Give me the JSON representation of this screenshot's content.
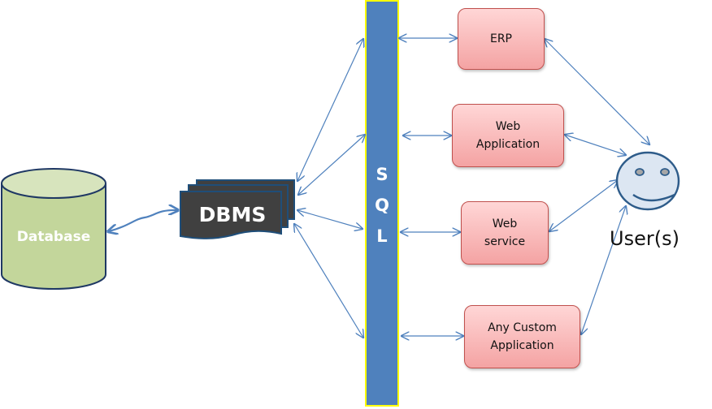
{
  "diagram": {
    "database": {
      "label": "Database",
      "fill": "#c3d69b",
      "stroke": "#1f3864"
    },
    "dbms": {
      "label": "DBMS",
      "fill": "#404040",
      "stroke": "#1f4e79"
    },
    "sql": {
      "letters": [
        "S",
        "Q",
        "L"
      ],
      "fill": "#4f81bd",
      "border": "#ffff00"
    },
    "apps": [
      {
        "id": "erp",
        "label": "ERP"
      },
      {
        "id": "web-application",
        "label": "Web\nApplication"
      },
      {
        "id": "web-service",
        "label": "Web\nservice"
      },
      {
        "id": "custom-application",
        "label": "Any Custom\nApplication"
      }
    ],
    "users": {
      "label": "User(s)",
      "fill": "#dce6f2",
      "stroke": "#2e5c8a"
    },
    "arrow_color": "#4f81bd"
  }
}
